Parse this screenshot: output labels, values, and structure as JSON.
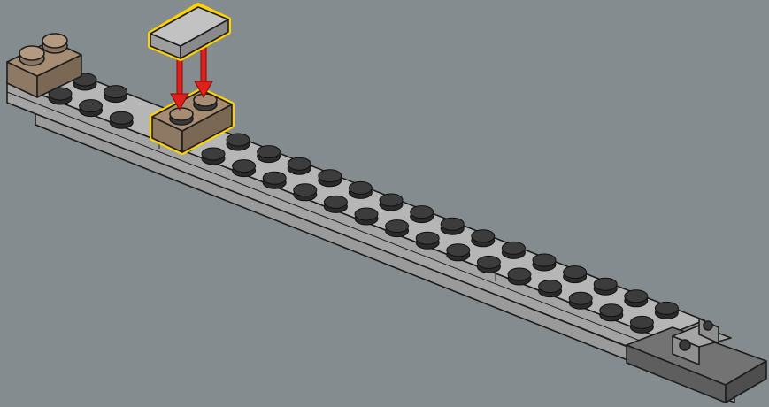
{
  "scene": {
    "type": "lego-instruction-step",
    "background_color": "#858c8f",
    "parts": [
      {
        "name": "gray-plate-1x16",
        "color": "#b4b4b4",
        "role": "base"
      },
      {
        "name": "tan-plate-1x2",
        "color": "#a58c72",
        "count": 2,
        "role": "attached"
      },
      {
        "name": "gray-tile-1x2",
        "color": "#b4b4b4",
        "role": "new-part"
      },
      {
        "name": "dark-gray-plate",
        "color": "#6d6d6d",
        "role": "end-piece"
      }
    ],
    "highlight_color": "#ffd200",
    "arrow_color": "#e1201c",
    "arrow_count": 2
  }
}
